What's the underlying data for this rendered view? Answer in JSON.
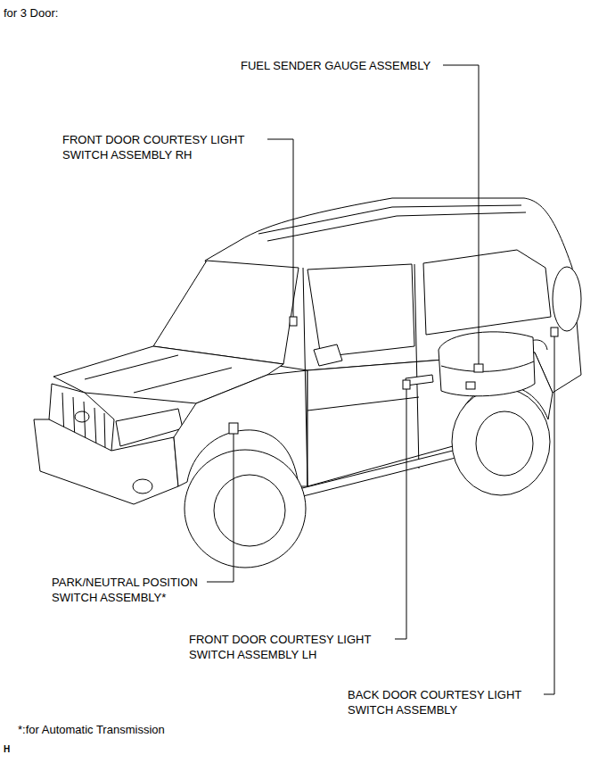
{
  "diagram": {
    "title": "for 3 Door:",
    "labels": [
      "FUEL SENDER GAUGE ASSEMBLY",
      "FRONT DOOR COURTESY LIGHT SWITCH ASSEMBLY RH",
      "PARK/NEUTRAL POSITION SWITCH ASSEMBLY*",
      "FRONT DOOR COURTESY LIGHT SWITCH ASSEMBLY LH",
      "BACK DOOR COURTESY LIGHT SWITCH ASSEMBLY",
      "*:for Automatic Transmission",
      "H"
    ]
  }
}
